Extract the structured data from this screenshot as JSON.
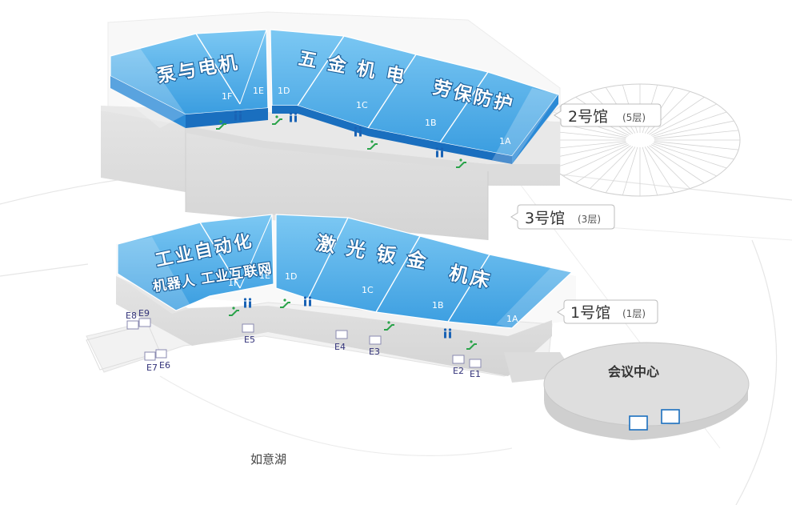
{
  "halls": {
    "hall2": {
      "name": "2号馆",
      "floor": "(5层)"
    },
    "hall3": {
      "name": "3号馆",
      "floor": "(3层)"
    },
    "hall1": {
      "name": "1号馆",
      "floor": "(1层)"
    }
  },
  "upper_zones": {
    "pump_motor": "泵与电机",
    "hardware": "五 金 机 电",
    "safety": "劳保防护",
    "codes": [
      "1F",
      "1E",
      "1D",
      "1C",
      "1B",
      "1A"
    ]
  },
  "lower_zones": {
    "automation": "工业自动化",
    "robot_iot": "机器人 工业互联网",
    "laser": "激 光 钣 金",
    "machine": "机床",
    "codes": [
      "1F",
      "1E",
      "1D",
      "1C",
      "1B",
      "1A"
    ]
  },
  "entrances": [
    "E8",
    "E9",
    "E7",
    "E6",
    "E5",
    "E4",
    "E3",
    "E2",
    "E1"
  ],
  "places": {
    "conference": "会议中心",
    "lake": "如意湖"
  },
  "colors": {
    "booth_light": "#6cbff0",
    "booth_mid": "#3d9fe0",
    "booth_edge": "#1a6fbf",
    "facility_green": "#2aa34a",
    "facility_blue": "#1a63b5"
  }
}
